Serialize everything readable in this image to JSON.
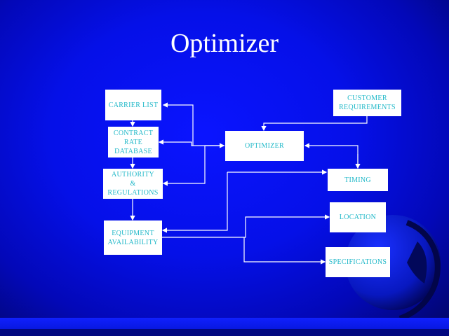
{
  "slide": {
    "title": "Optimizer"
  },
  "diagram": {
    "nodes": {
      "carrier_list": "CARRIER LIST",
      "contract_rate_database": "CONTRACT\nRATE\nDATABASE",
      "authority_regulations": "AUTHORITY\n&\nREGULATIONS",
      "equipment_availability": "EQUIPMENT\nAVAILABILITY",
      "optimizer": "OPTIMIZER",
      "customer_requirements": "CUSTOMER\nREQUIREMENTS",
      "timing": "TIMING",
      "location": "LOCATION",
      "specifications": "SPECIFICATIONS"
    }
  }
}
